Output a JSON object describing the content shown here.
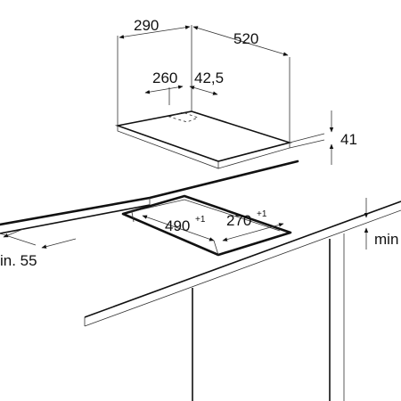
{
  "dimensions": {
    "hob_depth": "290",
    "hob_width": "520",
    "cutout_offset_depth": "260",
    "cutout_offset_side": "42,5",
    "hob_height": "41",
    "cutout_width": "490",
    "cutout_width_tolerance": "+1",
    "cutout_depth": "270",
    "cutout_depth_tolerance": "+1",
    "min_right": "min",
    "min_left": "in. 55"
  },
  "colors": {
    "line": "#1a1a1a",
    "background": "#ffffff"
  }
}
